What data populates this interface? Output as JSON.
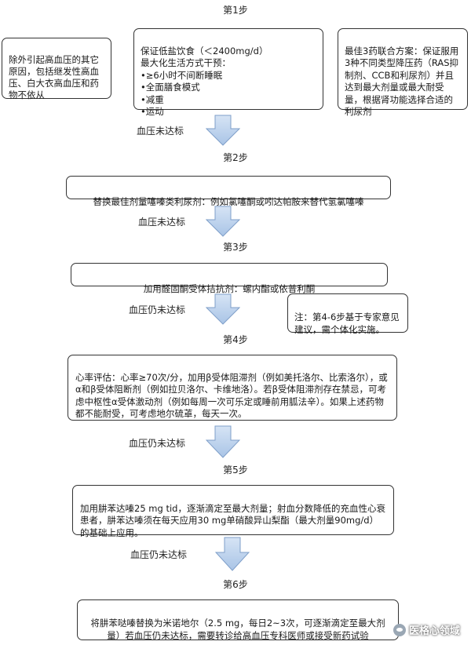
{
  "steps": {
    "s1": "第1步",
    "s2": "第2步",
    "s3": "第3步",
    "s4": "第4步",
    "s5": "第5步",
    "s6": "第6步"
  },
  "conditions": {
    "c1": "血压未达标",
    "c2": "血压未达标",
    "c3": "血压仍未达标",
    "c4": "血压仍未达标",
    "c5": "血压仍未达标"
  },
  "boxes": {
    "exclude": "除外引起高血压的其它原因，包括继发性高血压、白大衣高血压和药物不依从",
    "lifestyle": "保证低盐饮食（＜2400mg/d）\n最大化生活方式干预：\n•≥6小时不间断睡眠\n•全面膳食模式\n•减重\n•运动",
    "triple": "最佳3药联合方案：保证服用3种不同类型降压药（RAS抑制剂、CCB和利尿剂）并且达到最大剂量或最大耐受量，根据肾功能选择合适的利尿剂",
    "step2": "替换最佳剂量噻嗪类利尿剂：例如氯噻酮或吲达帕胺来替代氢氯噻嗪",
    "step3": "加用醛固酮受体拮抗剂：螺内酯或依普利酮",
    "note": "注：第4-6步基于专家意见建议，需个体化实施。",
    "step4": "心率评估：心率≥70次/分，加用β受体阻滞剂（例如美托洛尔、比索洛尔），或α和β受体阻断剂（例如拉贝洛尔、卡维地洛）。若β受体阻滞剂存在禁忌，可考虑中枢性α受体激动剂（例如每周一次可乐定或睡前用胍法辛）。如果上述药物都不能耐受，可考虑地尔硫䓬，每天一次。",
    "step5": "加用肼苯达嗪25 mg tid，逐渐滴定至最大剂量；射血分数降低的充血性心衰患者，肼苯达嗪须在每天应用30 mg单硝酸异山梨酯（最大剂量90mg/d）的基础上应用。",
    "step6": "将肼苯哒嗪替换为米诺地尔（2.5 mg，每日2~3次，可逐渐滴定至最大剂量）若血压仍未达标，需要转诊给高血压专科医师或接受新药试验"
  },
  "watermark": "医格心领域",
  "colors": {
    "arrow_fill_top": "#d6e4f5",
    "arrow_fill_bottom": "#a9c4e6",
    "arrow_stroke": "#7f9fc9",
    "border": "#333333"
  }
}
